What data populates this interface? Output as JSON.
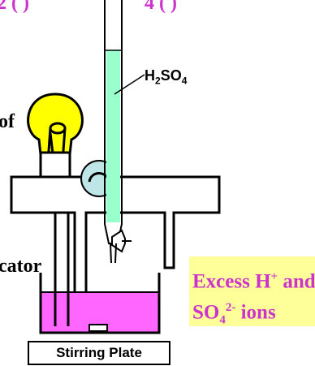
{
  "labels": {
    "top_fragment_1": "2 ( )",
    "top_fragment_2": "4 ( )",
    "left_fragment_1": "of",
    "left_fragment_2": "cator",
    "acid_main": "H",
    "acid_sub1": "2",
    "acid_mid": "SO",
    "acid_sub2": "4",
    "excess_line1": "Excess H",
    "excess_sup1": "+",
    "excess_line1_end": " and",
    "excess_line2": "SO",
    "excess_sub": "4",
    "excess_sup2": "2-",
    "excess_line2_end": " ions",
    "stirring_plate": "Stirring Plate"
  },
  "colors": {
    "acid_liquid": "#99ffcc",
    "beaker_solution": "#ff66ff",
    "bulb": "#ffff00",
    "stopcock": "#bfe6e6",
    "label_magenta": "#cc33cc",
    "callout_bg": "#ffff99"
  }
}
